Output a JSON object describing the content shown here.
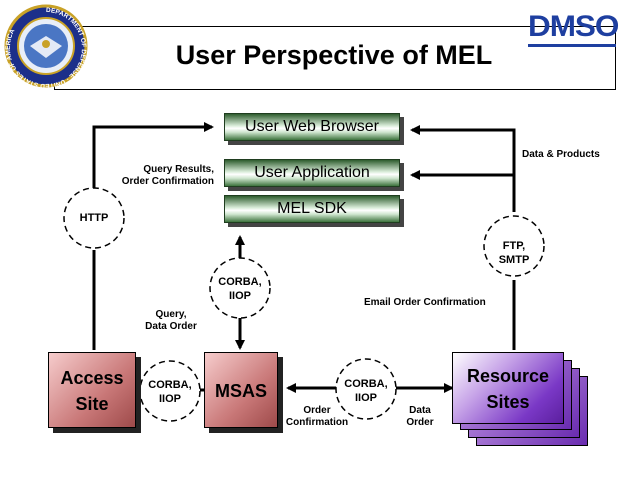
{
  "title": "User Perspective of MEL",
  "logos": {
    "dod_seal_text": "DEPARTMENT OF DEFENSE · UNITED STATES OF AMERICA",
    "dmso": "DMSO"
  },
  "boxes": {
    "web_browser": "User Web Browser",
    "user_application": "User Application",
    "mel_sdk": "MEL SDK",
    "access_site": [
      "Access",
      "Site"
    ],
    "msas": "MSAS",
    "resource_sites": [
      "Resource",
      "Sites"
    ]
  },
  "protocols": {
    "http": "HTTP",
    "ftp_smtp": [
      "FTP,",
      "SMTP"
    ],
    "corba_msas_sdk": [
      "CORBA,",
      "IIOP"
    ],
    "corba_access_msas": [
      "CORBA,",
      "IIOP"
    ],
    "corba_msas_resource": [
      "CORBA,",
      "IIOP"
    ]
  },
  "labels": {
    "query_results": [
      "Query Results,",
      "Order Confirmation"
    ],
    "data_products": "Data & Products",
    "query_data_order": [
      "Query,",
      "Data Order"
    ],
    "email_order": "Email Order Confirmation",
    "order_confirmation": [
      "Order",
      "Confirmation"
    ],
    "data_order": [
      "Data",
      "Order"
    ]
  },
  "colors": {
    "green_box": "#2f5d2f",
    "access_site": "#c97878",
    "resource_sites": "#7a38c6",
    "dmso_blue": "#1e3fa0"
  }
}
